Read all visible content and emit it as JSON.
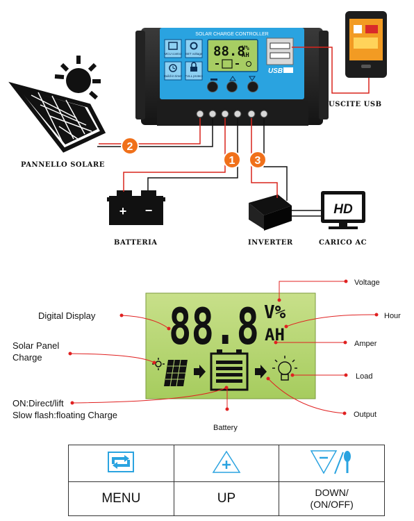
{
  "controller": {
    "title": "SOLAR CHARGE CONTROLLER",
    "lcd_digits": "88.8",
    "lcd_units_top": "V%",
    "lcd_units_bottom": "AH",
    "usb_label": "USB",
    "icons": [
      {
        "label": "MCU control",
        "icon": "chip-icon"
      },
      {
        "label": "SET voltage",
        "icon": "gear-icon"
      },
      {
        "label": "Build-in timer",
        "icon": "clock-icon"
      },
      {
        "label": "FULL protect",
        "icon": "lock-icon"
      }
    ]
  },
  "labels": {
    "usb_out": "USCITE USB",
    "solar_panel": "PANNELLO SOLARE",
    "battery": "BATTERIA",
    "inverter": "INVERTER",
    "ac_load": "CARICO AC",
    "tv_hd": "HD"
  },
  "steps": [
    "1",
    "2",
    "3"
  ],
  "display": {
    "digits": "88.8",
    "unit_top": "V%",
    "unit_bottom": "AH",
    "callouts": {
      "digital_display": "Digital Display",
      "solar_panel_line1": "Solar Panel",
      "solar_panel_line2": "Charge",
      "direct_line1": "ON:Direct/lift",
      "direct_line2": "Slow flash:floating Charge",
      "battery": "Battery",
      "voltage": "Voltage",
      "hour": "Hour",
      "amper": "Amper",
      "load": "Load",
      "output": "Output"
    }
  },
  "buttons": [
    {
      "icon": "menu-cycle-icon",
      "label": "MENU"
    },
    {
      "icon": "up-plus-icon",
      "label": "UP"
    },
    {
      "icon": "down-minus-icon",
      "label_line1": "DOWN/",
      "label_line2": "(ON/OFF)"
    }
  ],
  "colors": {
    "controller_blue": "#2aa3e0",
    "lcd_green": "#b8d876",
    "step_orange": "#f0701a",
    "wire_red": "#d9241c",
    "callout_red": "#e02020",
    "icon_blue": "#2aa3e0"
  }
}
